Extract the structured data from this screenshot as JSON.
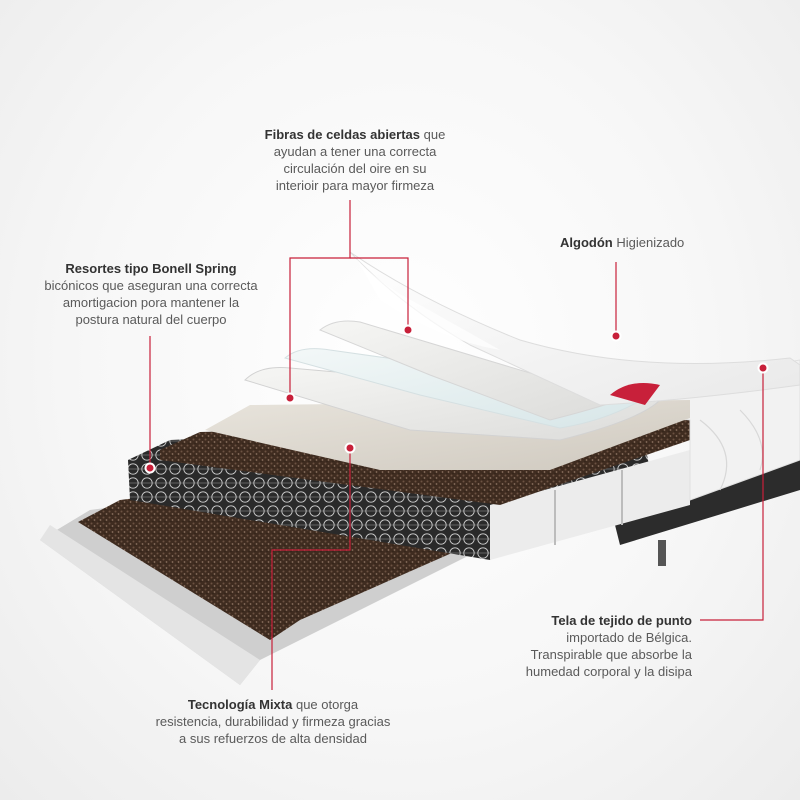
{
  "colors": {
    "accent": "#c8203a",
    "line": "#c8203a",
    "foam": "#f1f1ef",
    "felt": "#4a3426",
    "base": "#2c2c2c"
  },
  "labels": {
    "fibras": {
      "title": "Fibras de celdas abiertas",
      "line1": "que",
      "line2": "ayudan a tener una correcta",
      "line3": "circulación del oire en su",
      "line4": "interioir para mayor firmeza"
    },
    "algodon": {
      "title": "Algodón",
      "rest": "Higienizado"
    },
    "resortes": {
      "title": "Resortes tipo Bonell Spring",
      "line2": "bicónicos que aseguran una correcta",
      "line3": "amortigacion pora mantener la",
      "line4": "postura natural del cuerpo"
    },
    "tela": {
      "title": "Tela de tejido de punto",
      "line2": "importado de Bélgica.",
      "line3": "Transpirable que absorbe la",
      "line4": "humedad corporal y la disipa"
    },
    "tecnologia": {
      "title": "Tecnología Mixta",
      "line1": "que otorga",
      "line2": "resistencia, durabilidad y firmeza gracias",
      "line3": "a sus refuerzos de alta densidad"
    }
  }
}
